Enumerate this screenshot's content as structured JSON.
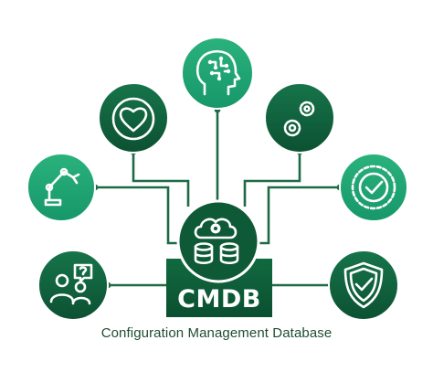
{
  "center": {
    "title": "CMDB",
    "icon": "cloud-gear-database-icon"
  },
  "caption": "Configuration Management Database",
  "colors": {
    "dark_green": "#0e5a36",
    "medium_green": "#15794a",
    "light_green": "#1fa571",
    "connector": "#1d6b44",
    "caption": "#1e4d33",
    "white": "#ffffff"
  },
  "nodes": [
    {
      "icon": "brain-circuit-icon",
      "position": "top"
    },
    {
      "icon": "heart-icon",
      "position": "upper-left"
    },
    {
      "icon": "gears-icon",
      "position": "upper-right"
    },
    {
      "icon": "robotic-arm-icon",
      "position": "middle-left"
    },
    {
      "icon": "badge-check-icon",
      "position": "middle-right"
    },
    {
      "icon": "people-question-icon",
      "position": "lower-left"
    },
    {
      "icon": "shield-check-icon",
      "position": "lower-right"
    }
  ]
}
